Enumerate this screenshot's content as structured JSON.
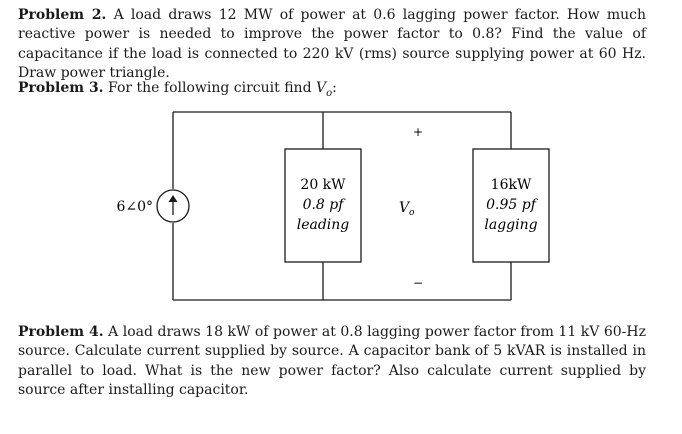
{
  "problem2": {
    "heading": "Problem 2.",
    "text": "A load draws 12 MW of power at 0.6 lagging power factor. How much reactive power is needed to improve the power factor to 0.8? Find the value of capacitance if the load is connected to 220 kV (rms) source supplying power at 60 Hz. Draw power triangle."
  },
  "problem3": {
    "heading": "Problem 3.",
    "text": "For the following circuit find ",
    "var_base": "V",
    "var_sub": "o",
    "trail": ":"
  },
  "circuit": {
    "source_label": "6∠0°",
    "load1": {
      "line1": "20 kW",
      "line2": "0.8 pf",
      "line3": "leading"
    },
    "load2": {
      "line1": "16kW",
      "line2": "0.95 pf",
      "line3": "lagging"
    },
    "vo_base": "V",
    "vo_sub": "o",
    "plus": "+",
    "minus": "−"
  },
  "problem4": {
    "heading": "Problem 4.",
    "text": "A load draws 18 kW of power at 0.8 lagging power factor from 11 kV 60-Hz source. Calculate current supplied by source. A capacitor bank of 5 kVAR is installed in parallel to load. What is the new power factor? Also calculate current supplied by source after installing capacitor."
  }
}
